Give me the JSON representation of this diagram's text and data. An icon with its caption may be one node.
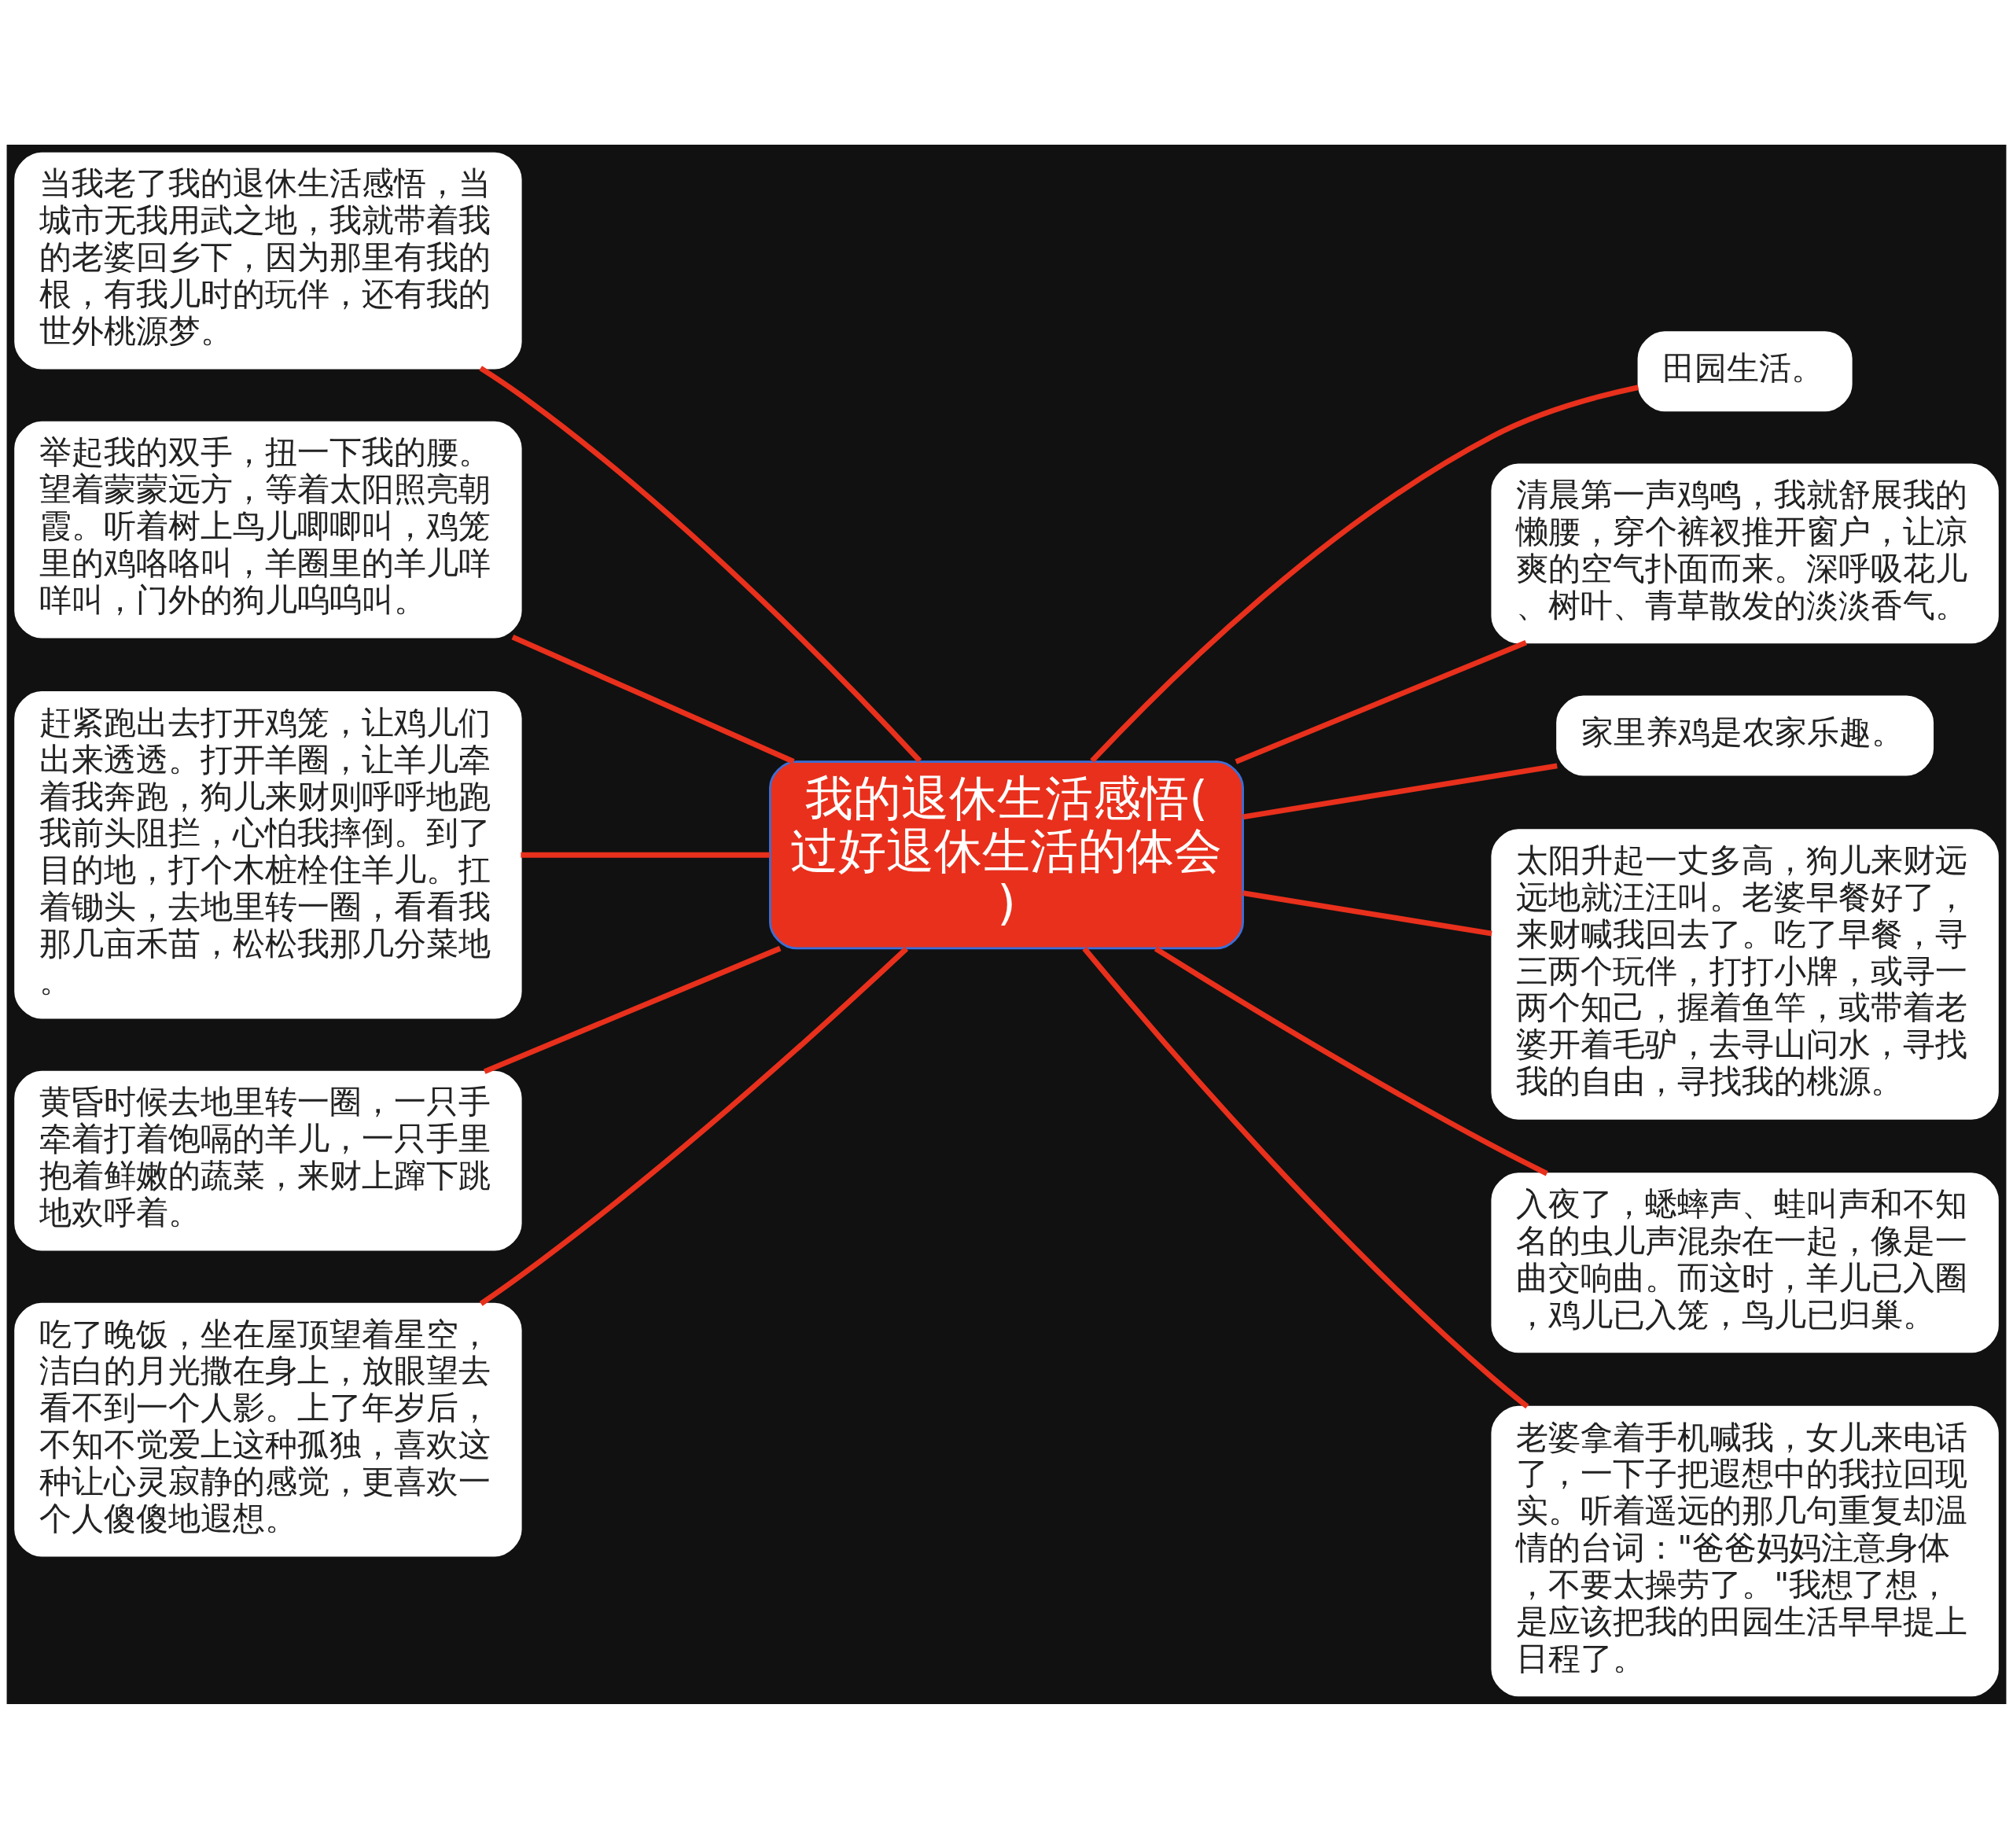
{
  "diagram": {
    "nodes": [
      {
        "text": [
          "我的退休生活感悟(过好退休生活的体会)"
        ]
      },
      {
        "text": [
          "当我老了我的退休生活感悟，当城市无我用武之地，我就带着我的老婆回乡下，因为那里有我的根，有我儿时的玩伴，还有我的世外桃源梦。"
        ]
      },
      {
        "text": [
          "举起我的双手，扭一下我的腰。望着蒙蒙远方，等着太阳照亮朝霞。听着树上鸟儿唧唧叫，鸡笼里的鸡咯咯叫，羊圈里的羊儿咩咩叫，门外的狗儿呜呜叫。"
        ]
      },
      {
        "text": [
          "赶紧跑出去打开鸡笼，让鸡儿们出来透透。打开羊圈，让羊儿牵着我奔跑，狗儿来财则呼呼地跑我前头阻拦，心怕我摔倒。到了目的地，打个木桩栓住羊儿。扛着锄头，去地里转一圈，看看我那几亩禾苗，松松我那几分菜地。"
        ]
      },
      {
        "text": [
          "黄昏时候去地里转一圈，一只手牵着打着饱嗝的羊儿，一只手里抱着鲜嫩的蔬菜，来财上蹿下跳地欢呼着。"
        ]
      },
      {
        "text": [
          "吃了晚饭，坐在屋顶望着星空，洁白的月光撒在身上，放眼望去看不到一个人影。上了年岁后，不知不觉爱上这种孤独，喜欢这种让心灵寂静的感觉，更喜欢一个人傻傻地遐想。"
        ]
      },
      {
        "text": [
          "田园生活。"
        ]
      },
      {
        "text": [
          "清晨第一声鸡鸣，我就舒展我的懒腰，穿个裤衩推开窗户，让凉爽的空气扑面而来。深呼吸花儿、树叶、青草散发的淡淡香气。"
        ]
      },
      {
        "text": [
          "家里养鸡是农家乐趣。"
        ]
      },
      {
        "text": [
          "太阳升起一丈多高，狗儿来财远远地就汪汪叫。老婆早餐好了，来财喊我回去了。吃了早餐，寻三两个玩伴，打打小牌，或寻一两个知己，握着鱼竿，或带着老婆开着毛驴，去寻山问水，寻找我的自由，寻找我的桃源。"
        ]
      },
      {
        "text": [
          "入夜了，蟋蟀声、蛙叫声和不知名的虫儿声混杂在一起，像是一曲交响曲。而这时，羊儿已入圈，鸡儿已入笼，鸟儿已归巢。"
        ]
      },
      {
        "text": [
          "老婆拿着手机喊我，女儿来电话了，一下子把遐想中的我拉回现实。听着遥远的那几句重复却温情的台词：\"爸爸妈妈注意身体，不要太操劳了。\"我想了想，是应该把我的田园生活早早提上日程了。"
        ]
      }
    ],
    "edges": [
      {
        "from": 0,
        "to": 1,
        "arrow": "none"
      },
      {
        "from": 0,
        "to": 2,
        "arrow": "none"
      },
      {
        "from": 0,
        "to": 3,
        "arrow": "none"
      },
      {
        "from": 0,
        "to": 4,
        "arrow": "none"
      },
      {
        "from": 0,
        "to": 5,
        "arrow": "none"
      },
      {
        "from": 0,
        "to": 6,
        "arrow": "none"
      },
      {
        "from": 0,
        "to": 7,
        "arrow": "none"
      },
      {
        "from": 0,
        "to": 8,
        "arrow": "none"
      },
      {
        "from": 0,
        "to": 9,
        "arrow": "none"
      },
      {
        "from": 0,
        "to": 10,
        "arrow": "none"
      },
      {
        "from": 0,
        "to": 11,
        "arrow": "none"
      }
    ]
  }
}
